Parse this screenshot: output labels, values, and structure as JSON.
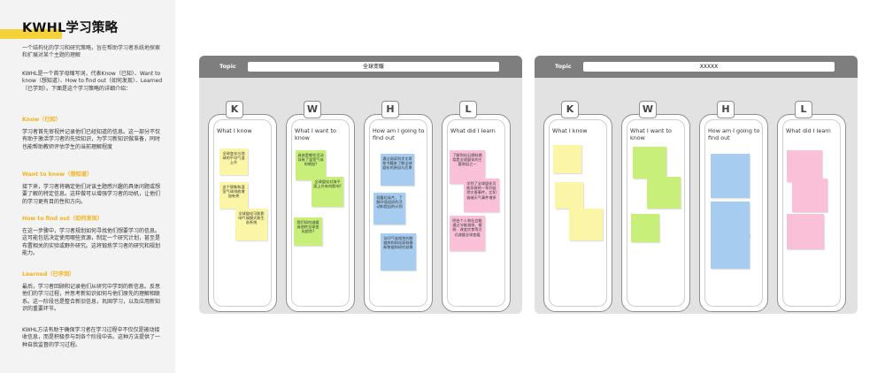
{
  "sidebar": {
    "title": "KWHL学习策略",
    "intro": "一个结构化的学习和研究策略，旨在帮助学习者系统地探索和扩展对某个主题的理解",
    "overview": "KWHL是一个首字母缩写词，代表Know（已知）、Want to know（想知道）、How to find out（如何发现）、Learned（已学到）。下面是这个学习策略的详细介绍：",
    "sections": [
      {
        "heading": "Know（已知）",
        "text": "学习者首先审视并记录他们已经知道的信息。这一部分不仅有助于激活学习者的先验知识，为学习新知识做准备，同时也能帮助教师评估学生的当前理解程度"
      },
      {
        "heading": "Want to know（想知道）",
        "text": "接下来，学习者将确定他们对该主题感兴趣的具体问题或想要了解的特定信息。这样做可以增强学习者的动机，让他们的学习更有目的性和方向。"
      },
      {
        "heading": "How to find out（如何发现）",
        "text": "在这一步骤中，学习者规划如何寻找他们想要学习的信息。这可能包括决定使用哪些资源，制定一个研究计划，甚至是布置相关的实验或野外研究。这将锻炼学习者的研究和规划能力。"
      },
      {
        "heading": "Learned（已学到）",
        "text": "最后，学习者回顾和记录他们从研究中学到的新信息。反思他们的学习过程，并思考新知识如何与他们原先的理解相联系。这一阶段也是整合新旧信息，巩固学习，以及应用新知识的重要环节。"
      }
    ],
    "conclusion": "KWHL方法有助于确保学习者在学习过程中不仅仅是被动接收信息，而是积极参与到各个阶段中去。这种方法提供了一种自我监督的学习过程。"
  },
  "boards": [
    {
      "topic_label": "Topic",
      "topic_value": "全球变暖",
      "columns": [
        {
          "letter": "K",
          "title": "What I know",
          "notes": [
            {
              "color": "yellow",
              "text": "全球变化与地球的平均气温上升"
            },
            {
              "color": "yellow",
              "text": "这个現象和温室气体排放增加有关"
            },
            {
              "color": "yellow",
              "text": "全球變化可能影响气候模式和生态系统"
            }
          ]
        },
        {
          "letter": "W",
          "title": "What I want to know",
          "notes": [
            {
              "color": "green",
              "text": "具体是哪些活动导致了温室气体的增加?"
            },
            {
              "color": "green",
              "text": "全球變化对海平面上升有何影响?"
            },
            {
              "color": "green",
              "text": "我们如何减缓或逆转全球变化趋势?"
            }
          ]
        },
        {
          "letter": "H",
          "title": "How am I going to find out",
          "notes": [
            {
              "color": "blue",
              "text": "通过阅读科学文章和书籍来了解全球變化的原因与后果"
            },
            {
              "color": "blue",
              "text": "观看纪录片，了解环境组织的活动和提出的计划"
            },
            {
              "color": "blue",
              "text": "访问气候相关的数据库和网站获取最新数据和研究结果"
            }
          ]
        },
        {
          "letter": "L",
          "title": "What did I learn",
          "notes": [
            {
              "color": "pink",
              "text": "了解到化石燃料燃烧是全球變化的主要原因之一"
            },
            {
              "color": "pink",
              "text": "学到了全球變化可能导致的一系列自然灾害事件，比如极端天气事件增多"
            },
            {
              "color": "pink",
              "text": "明白个人和社会能通过节能减排、植树、改变饮食等方式减缓全球变暖"
            }
          ]
        }
      ]
    },
    {
      "topic_label": "Topic",
      "topic_value": "XXXXX",
      "columns": [
        {
          "letter": "K",
          "title": "What I know",
          "notes": [
            {
              "color": "yellow",
              "text": ""
            },
            {
              "color": "yellow",
              "text": ""
            },
            {
              "color": "yellow",
              "text": ""
            }
          ]
        },
        {
          "letter": "W",
          "title": "What I want to know",
          "notes": [
            {
              "color": "green",
              "text": ""
            },
            {
              "color": "green",
              "text": ""
            },
            {
              "color": "green",
              "text": ""
            }
          ]
        },
        {
          "letter": "H",
          "title": "How am I going to find out",
          "notes": [
            {
              "color": "blue",
              "text": ""
            },
            {
              "color": "blue",
              "text": ""
            },
            {
              "color": "blue",
              "text": ""
            }
          ]
        },
        {
          "letter": "L",
          "title": "What did I learn",
          "notes": [
            {
              "color": "pink",
              "text": ""
            },
            {
              "color": "pink",
              "text": ""
            },
            {
              "color": "pink",
              "text": ""
            }
          ]
        }
      ]
    }
  ]
}
